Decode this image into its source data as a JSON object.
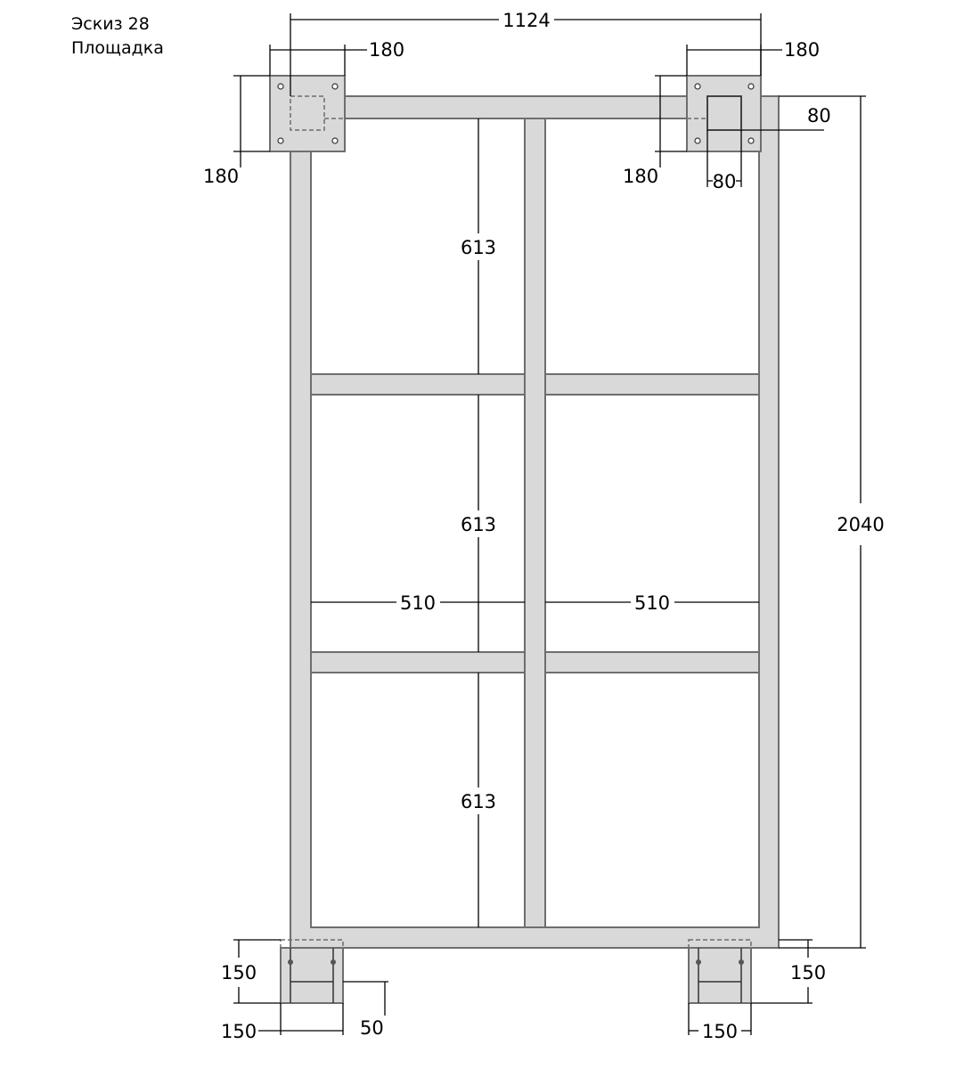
{
  "sketch": {
    "title": "Эскиз 28",
    "subtitle": "Площадка"
  },
  "dimensions": {
    "overall_width": "1124",
    "overall_height": "2040",
    "top_left_plate_width": "180",
    "top_left_plate_height": "180",
    "top_right_plate_width": "180",
    "top_right_plate_height": "180",
    "top_right_post_width": "80",
    "top_right_post_depth": "80",
    "cell_height_1": "613",
    "cell_height_2": "613",
    "cell_height_3": "613",
    "cell_width_left": "510",
    "cell_width_right": "510",
    "bottom_left_plate_height": "150",
    "bottom_left_plate_width": "150",
    "bottom_left_post_offset": "50",
    "bottom_right_plate_height": "150",
    "bottom_right_plate_width": "150"
  },
  "colors": {
    "frame_fill": "#d9d9d9",
    "frame_stroke": "#6e6e6e",
    "dimension_line": "#000000"
  }
}
